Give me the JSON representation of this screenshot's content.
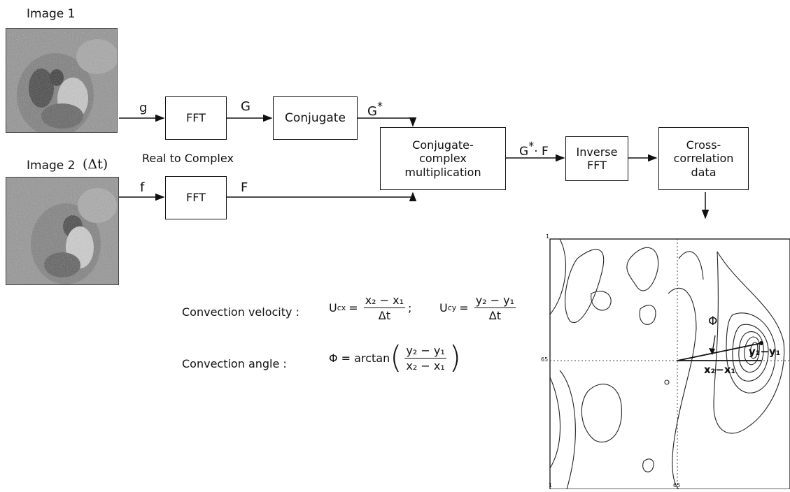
{
  "images": {
    "image1_label": "Image 1",
    "image2_label": "Image 2",
    "image2_delta": "(Δt)"
  },
  "signals": {
    "g": "g",
    "G": "G",
    "G_conj": "G",
    "star": "*",
    "f": "f",
    "F": "F",
    "GF_G": "G",
    "GF_rest": "· F"
  },
  "boxes": {
    "fft1": "FFT",
    "conjugate": "Conjugate",
    "fft2": "FFT",
    "multiply_line1": "Conjugate-",
    "multiply_line2": "complex",
    "multiply_line3": "multiplication",
    "inverse_line1": "Inverse",
    "inverse_line2": "FFT",
    "xcorr_line1": "Cross-",
    "xcorr_line2": "correlation",
    "xcorr_line3": "data"
  },
  "notes": {
    "real_to_complex": "Real to Complex"
  },
  "equations": {
    "velocity_label": "Convection velocity :",
    "angle_label": "Convection angle :",
    "Ucx": "U",
    "Ucx_sub": "cx",
    "Ucy": "U",
    "Ucy_sub": "cy",
    "eq1_num": "x₂ − x₁",
    "eq1_den": "Δt",
    "eq2_num": "y₂ − y₁",
    "eq2_den": "Δt",
    "phi_eq": "Φ = arctan",
    "ang_num": "y₂ − y₁",
    "ang_den": "x₂ − x₁",
    "sep": ";"
  },
  "plot": {
    "phi_label": "Φ",
    "dx_label": "x₂−x₁",
    "dy_label": "y₂−y₁",
    "tick_top": "1",
    "tick_mid_y": "65",
    "tick_mid_x": "65",
    "tick_bottom": "1"
  }
}
